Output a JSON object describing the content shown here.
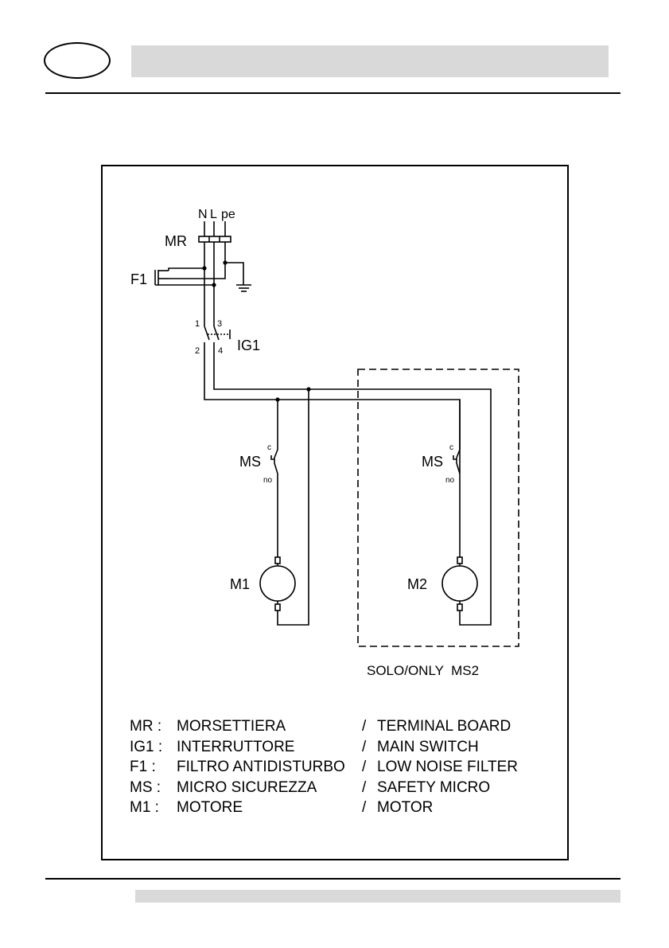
{
  "diagram": {
    "terminals": {
      "n": "N",
      "l": "L",
      "pe": "pe"
    },
    "labels": {
      "terminal_board": "MR",
      "filter": "F1",
      "main_switch": "IG1",
      "switch_pin_1": "1",
      "switch_pin_2": "2",
      "switch_pin_3": "3",
      "switch_pin_4": "4",
      "micro_switch_left": "MS",
      "micro_switch_right": "MS",
      "contact_c_left": "c",
      "contact_no_left": "no",
      "contact_c_right": "c",
      "contact_no_right": "no",
      "motor_1": "M1",
      "motor_2": "M2"
    },
    "optional_note": "SOLO/ONLY  MS2"
  },
  "legend": [
    {
      "code": "MR :",
      "italian": "MORSETTIERA",
      "slash": "/",
      "english": "TERMINAL BOARD"
    },
    {
      "code": "IG1 :",
      "italian": "INTERRUTTORE",
      "slash": "/",
      "english": "MAIN SWITCH"
    },
    {
      "code": "F1  :",
      "italian": "FILTRO ANTIDISTURBO",
      "slash": "/",
      "english": "LOW NOISE FILTER"
    },
    {
      "code": "MS :",
      "italian": "MICRO SICUREZZA",
      "slash": "/",
      "english": "SAFETY MICRO"
    },
    {
      "code": "M1 :",
      "italian": "MOTORE",
      "slash": "/",
      "english": "MOTOR"
    }
  ]
}
